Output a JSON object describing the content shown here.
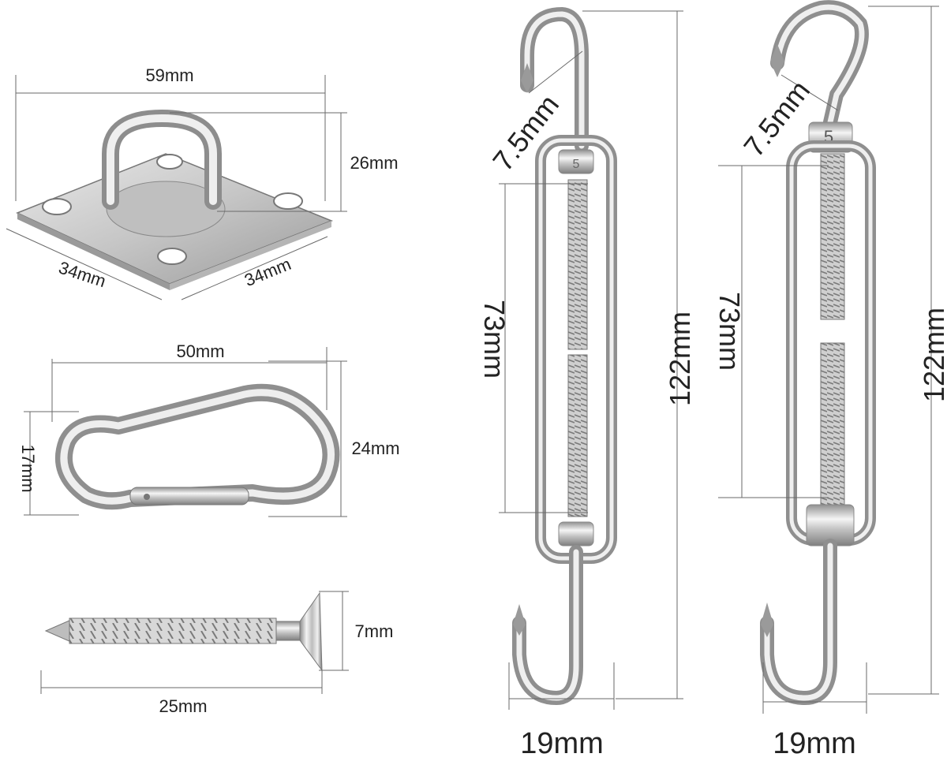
{
  "colors": {
    "steel_light": "#f4f4f4",
    "steel_mid": "#c9c9c9",
    "steel_dark": "#8a8a8a",
    "dimension_line": "#6a6a6a",
    "text": "#222222"
  },
  "pad_eye": {
    "width_label": "59mm",
    "height_label": "26mm",
    "side_left_label": "34mm",
    "side_right_label": "34mm"
  },
  "carabiner": {
    "length_label": "50mm",
    "height_label": "24mm",
    "inner_label": "17mm"
  },
  "screw": {
    "length_label": "25mm",
    "head_label": "7mm"
  },
  "turnbuckle_left": {
    "hook_label": "7.5mm",
    "body_label": "73mm",
    "total_label": "122mm",
    "width_label": "19mm",
    "body_mark": "5"
  },
  "turnbuckle_right": {
    "hook_label": "7.5mm",
    "body_label": "73mm",
    "total_label": "122mm",
    "width_label": "19mm",
    "body_mark": "5"
  }
}
